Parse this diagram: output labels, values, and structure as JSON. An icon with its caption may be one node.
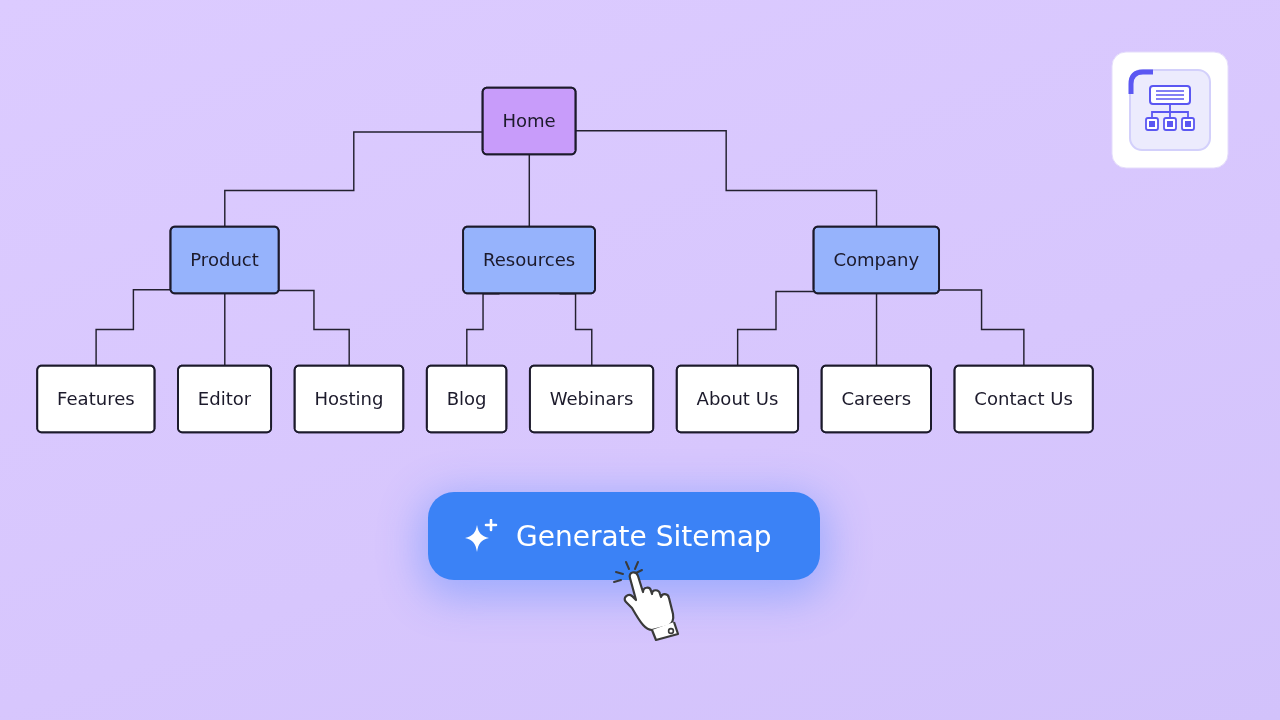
{
  "diagram": {
    "nodes": [
      {
        "text": [
          "Home"
        ]
      },
      {
        "text": [
          "Product"
        ]
      },
      {
        "text": [
          "Features"
        ]
      },
      {
        "text": [
          "Editor"
        ]
      },
      {
        "text": [
          "Hosting"
        ]
      },
      {
        "text": [
          "Resources"
        ]
      },
      {
        "text": [
          "Blog"
        ]
      },
      {
        "text": [
          "Webinars"
        ]
      },
      {
        "text": [
          "Company"
        ]
      },
      {
        "text": [
          "About Us"
        ]
      },
      {
        "text": [
          "Careers"
        ]
      },
      {
        "text": [
          "Contact Us"
        ]
      }
    ],
    "edges": [
      {
        "from": 0,
        "to": 1,
        "arrow": "none"
      },
      {
        "from": 0,
        "to": 5,
        "arrow": "none"
      },
      {
        "from": 0,
        "to": 8,
        "arrow": "none"
      },
      {
        "from": 1,
        "to": 2,
        "arrow": "none"
      },
      {
        "from": 1,
        "to": 3,
        "arrow": "none"
      },
      {
        "from": 1,
        "to": 4,
        "arrow": "none"
      },
      {
        "from": 5,
        "to": 6,
        "arrow": "none"
      },
      {
        "from": 5,
        "to": 7,
        "arrow": "none"
      },
      {
        "from": 8,
        "to": 9,
        "arrow": "none"
      },
      {
        "from": 8,
        "to": 10,
        "arrow": "none"
      },
      {
        "from": 8,
        "to": 11,
        "arrow": "none"
      }
    ],
    "labels": [
      "Generate Sitemap"
    ]
  }
}
